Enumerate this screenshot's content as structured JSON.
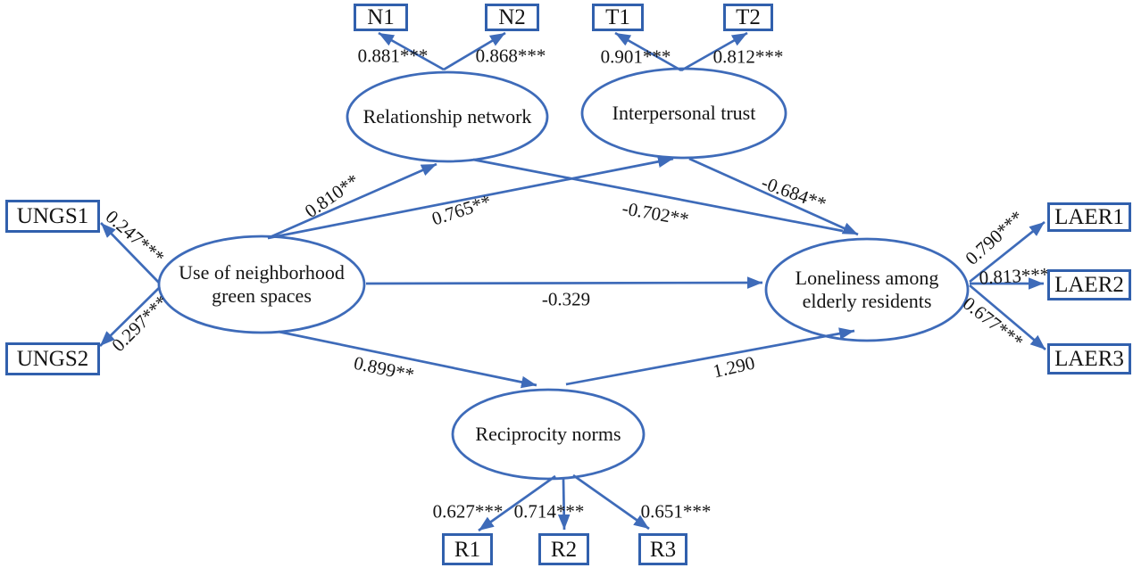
{
  "figure_type": "structural-equation-model-path-diagram",
  "colors": {
    "line": "#3E6BB9",
    "node_border": "#3160AD",
    "text": "#141414",
    "background": "#FFFFFF"
  },
  "diagram": {
    "latent": [
      {
        "id": "rn",
        "label": "Relationship network"
      },
      {
        "id": "it",
        "label": "Interpersonal trust"
      },
      {
        "id": "ungs",
        "label": "Use of neighborhood\ngreen spaces"
      },
      {
        "id": "laer",
        "label": "Loneliness among\nelderly residents"
      },
      {
        "id": "rec",
        "label": "Reciprocity norms"
      }
    ],
    "observed": [
      {
        "id": "N1",
        "label": "N1"
      },
      {
        "id": "N2",
        "label": "N2"
      },
      {
        "id": "T1",
        "label": "T1"
      },
      {
        "id": "T2",
        "label": "T2"
      },
      {
        "id": "UNGS1",
        "label": "UNGS1"
      },
      {
        "id": "UNGS2",
        "label": "UNGS2"
      },
      {
        "id": "LAER1",
        "label": "LAER1"
      },
      {
        "id": "LAER2",
        "label": "LAER2"
      },
      {
        "id": "LAER3",
        "label": "LAER3"
      },
      {
        "id": "R1",
        "label": "R1"
      },
      {
        "id": "R2",
        "label": "R2"
      },
      {
        "id": "R3",
        "label": "R3"
      }
    ],
    "edges": [
      {
        "id": "rn-N1",
        "type": "loading",
        "from": "Relationship network",
        "to": "N1",
        "label": "0.881***"
      },
      {
        "id": "rn-N2",
        "type": "loading",
        "from": "Relationship network",
        "to": "N2",
        "label": "0.868***"
      },
      {
        "id": "it-T1",
        "type": "loading",
        "from": "Interpersonal trust",
        "to": "T1",
        "label": "0.901***"
      },
      {
        "id": "it-T2",
        "type": "loading",
        "from": "Interpersonal trust",
        "to": "T2",
        "label": "0.812***"
      },
      {
        "id": "ungs-UNGS1",
        "type": "loading",
        "from": "Use of neighborhood green spaces",
        "to": "UNGS1",
        "label": "0.247***"
      },
      {
        "id": "ungs-UNGS2",
        "type": "loading",
        "from": "Use of neighborhood green spaces",
        "to": "UNGS2",
        "label": "0.297***"
      },
      {
        "id": "ungs-rn",
        "type": "structural",
        "from": "Use of neighborhood green spaces",
        "to": "Relationship network",
        "label": "0.810**"
      },
      {
        "id": "ungs-it",
        "type": "structural",
        "from": "Use of neighborhood green spaces",
        "to": "Interpersonal trust",
        "label": "0.765**"
      },
      {
        "id": "rn-laer",
        "type": "structural",
        "from": "Relationship network",
        "to": "Loneliness among elderly residents",
        "label": "-0.702**"
      },
      {
        "id": "it-laer",
        "type": "structural",
        "from": "Interpersonal trust",
        "to": "Loneliness among elderly residents",
        "label": "-0.684**"
      },
      {
        "id": "ungs-laer",
        "type": "structural",
        "from": "Use of neighborhood green spaces",
        "to": "Loneliness among elderly residents",
        "label": "-0.329"
      },
      {
        "id": "ungs-rec",
        "type": "structural",
        "from": "Use of neighborhood green spaces",
        "to": "Reciprocity norms",
        "label": "0.899**"
      },
      {
        "id": "rec-laer",
        "type": "structural",
        "from": "Reciprocity norms",
        "to": "Loneliness among elderly residents",
        "label": "1.290"
      },
      {
        "id": "laer-LAER1",
        "type": "loading",
        "from": "Loneliness among elderly residents",
        "to": "LAER1",
        "label": "0.790***"
      },
      {
        "id": "laer-LAER2",
        "type": "loading",
        "from": "Loneliness among elderly residents",
        "to": "LAER2",
        "label": "0.813***"
      },
      {
        "id": "laer-LAER3",
        "type": "loading",
        "from": "Loneliness among elderly residents",
        "to": "LAER3",
        "label": "0.677***"
      },
      {
        "id": "rec-R1",
        "type": "loading",
        "from": "Reciprocity norms",
        "to": "R1",
        "label": "0.627***"
      },
      {
        "id": "rec-R2",
        "type": "loading",
        "from": "Reciprocity norms",
        "to": "R2",
        "label": "0.714***"
      },
      {
        "id": "rec-R3",
        "type": "loading",
        "from": "Reciprocity norms",
        "to": "R3",
        "label": "0.651***"
      }
    ]
  }
}
